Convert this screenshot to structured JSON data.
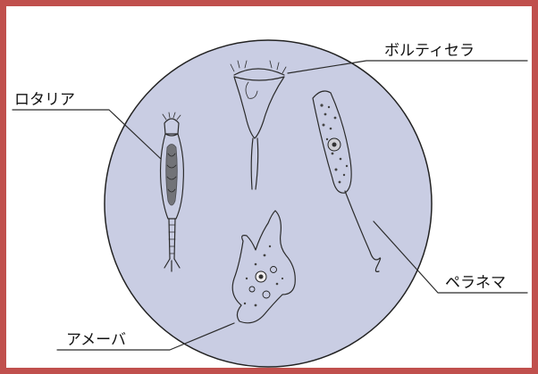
{
  "labels": {
    "rotaria": "ロタリア",
    "vorticella": "ボルティセラ",
    "peranema": "ペラネマ",
    "amoeba": "アメーバ"
  },
  "colors": {
    "frame": "#c0504d",
    "circle_fill": "#c9cde3",
    "ink": "#2b2b2b",
    "organism_fill": "#e6e3e4"
  }
}
